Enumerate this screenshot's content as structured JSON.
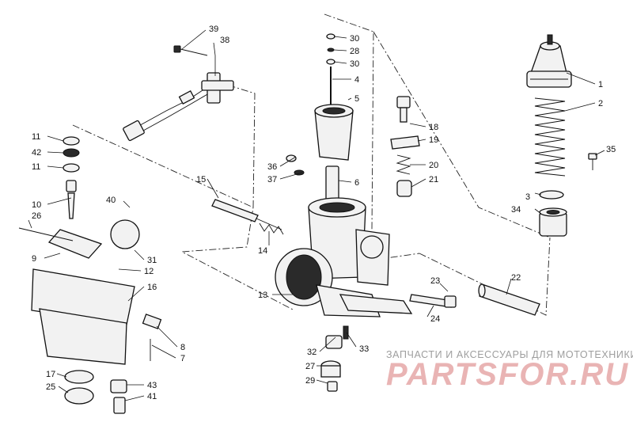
{
  "watermark": {
    "tagline": "ЗАПЧАСТИ И АКСЕССУАРЫ ДЛЯ МОТОТЕХНИКИ",
    "brand": "PARTSFOR.RU"
  },
  "callouts": [
    "1",
    "2",
    "3",
    "4",
    "5",
    "6",
    "7",
    "8",
    "9",
    "10",
    "11",
    "11",
    "12",
    "13",
    "14",
    "15",
    "16",
    "17",
    "18",
    "19",
    "20",
    "21",
    "22",
    "23",
    "24",
    "25",
    "26",
    "27",
    "28",
    "29",
    "30",
    "30",
    "31",
    "32",
    "33",
    "34",
    "35",
    "36",
    "37",
    "38",
    "39",
    "40",
    "41",
    "42",
    "43"
  ]
}
